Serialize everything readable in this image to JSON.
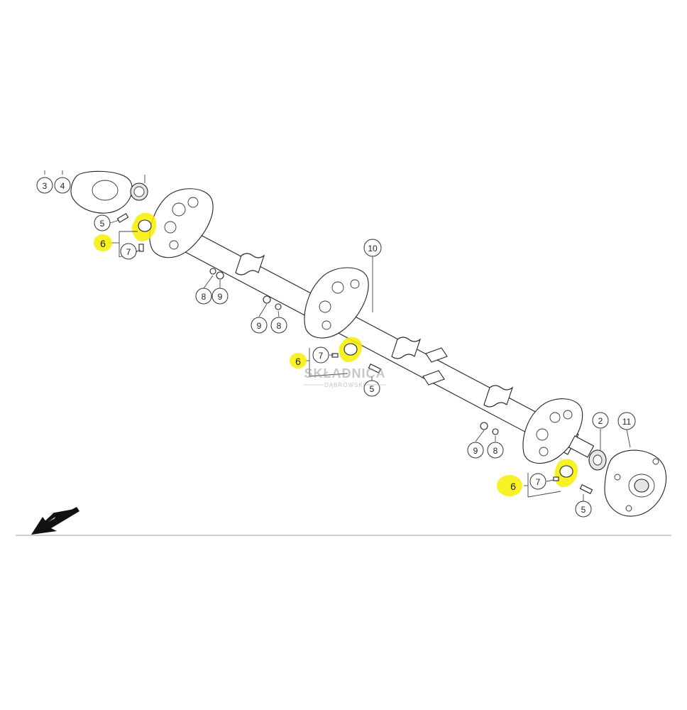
{
  "callouts": {
    "c3": "3",
    "c4": "4",
    "c5_left": "5",
    "c6_left": "6",
    "c7_left": "7",
    "c8_left": "8",
    "c9_left": "9",
    "c10": "10",
    "c9_mid": "9",
    "c8_mid": "8",
    "c6_mid": "6",
    "c7_mid": "7",
    "c5_mid": "5",
    "c2": "2",
    "c11": "11",
    "c9_right": "9",
    "c8_right": "8",
    "c6_right": "6",
    "c7_right": "7",
    "c5_right": "5"
  },
  "watermark": {
    "name": "SKŁADNICA",
    "sub": "DĄBROWSKI"
  },
  "colors": {
    "highlight": "#f7ee00",
    "line": "#222222"
  }
}
